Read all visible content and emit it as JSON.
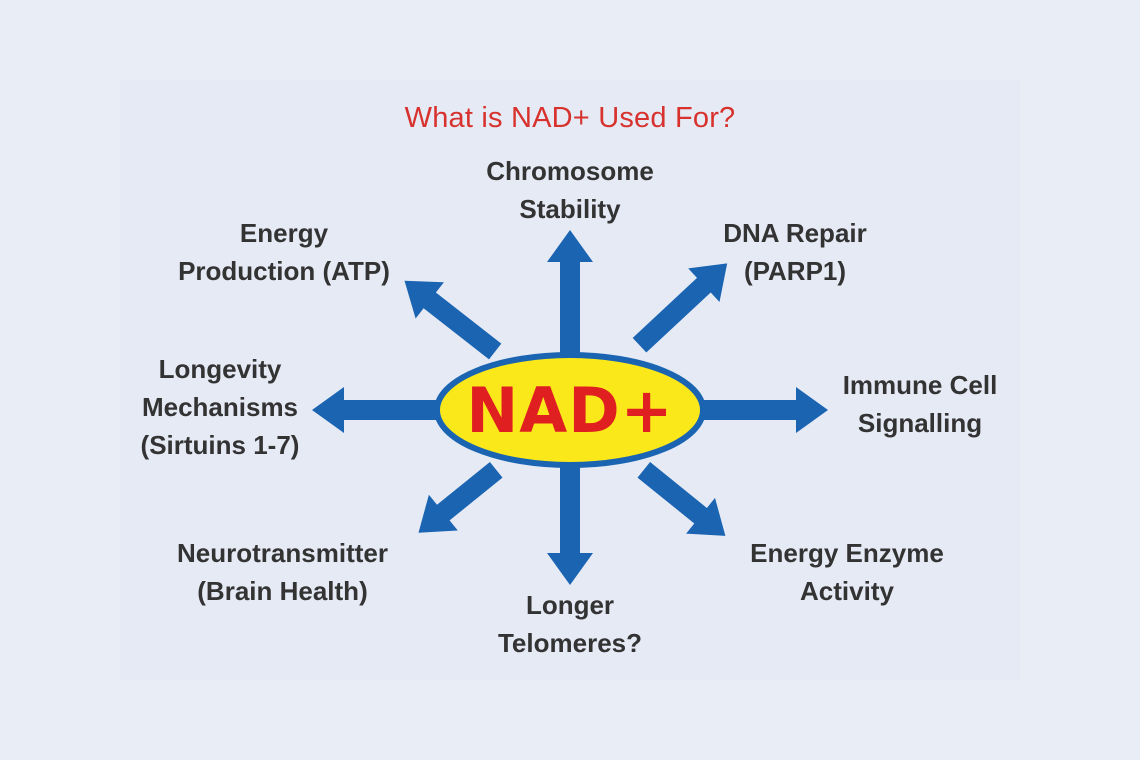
{
  "title": "What is NAD+ Used For?",
  "center": {
    "text": "NAD+",
    "fill_color": "#fbe81a",
    "text_color": "#e02020",
    "outline_color": "#1b64b2"
  },
  "arrow_color": "#1b64b2",
  "title_color": "#d7322d",
  "nodes": [
    {
      "line1": "Chromosome",
      "line2": "Stability"
    },
    {
      "line1": "DNA Repair",
      "line2": "(PARP1)"
    },
    {
      "line1": "Immune Cell",
      "line2": "Signalling"
    },
    {
      "line1": "Energy Enzyme",
      "line2": "Activity"
    },
    {
      "line1": "Longer",
      "line2": "Telomeres?"
    },
    {
      "line1": "Neurotransmitter",
      "line2": "(Brain Health)"
    },
    {
      "line1": "Longevity",
      "line2": "Mechanisms",
      "line3": "(Sirtuins 1-7)"
    },
    {
      "line1": "Energy",
      "line2": "Production (ATP)"
    }
  ]
}
